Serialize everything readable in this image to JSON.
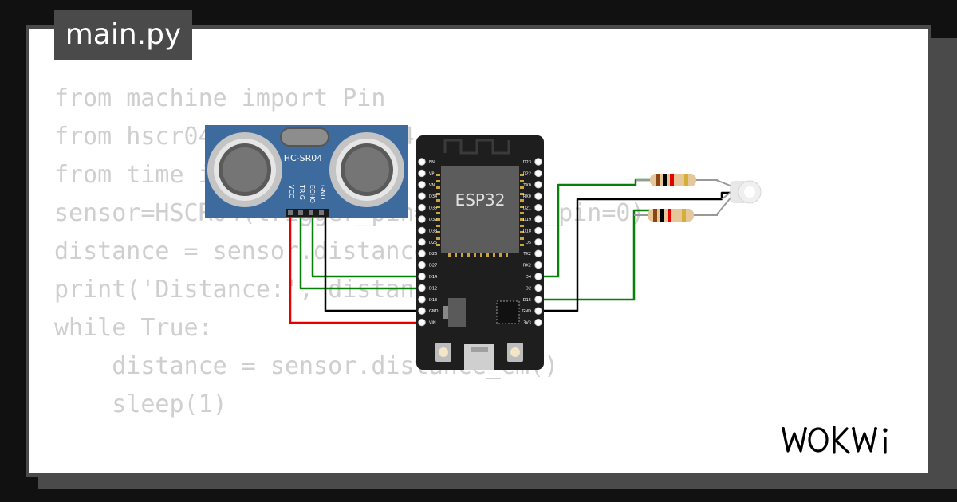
{
  "file_tab": {
    "label": "main.py"
  },
  "code_lines": [
    "from machine import Pin",
    "from hscr04 import HSCR04",
    "from time import sleep",
    "sensor=HSCR04(trigger_pin=32, echo_pin=0)",
    "distance = sensor.distance_cm()",
    "print('Distance:', distance, 'cm')",
    "while True:",
    "    distance = sensor.distance_cm()",
    "    sleep(1)"
  ],
  "sensor": {
    "name": "HC-SR04",
    "pins": [
      "VCC",
      "TRIG",
      "ECHO",
      "GND"
    ]
  },
  "esp32": {
    "chip_label": "ESP32",
    "left_pins": [
      "EN",
      "VP",
      "VN",
      "D34",
      "D35",
      "D32",
      "D33",
      "D25",
      "D26",
      "D27",
      "D14",
      "D12",
      "D13",
      "GND",
      "VIN"
    ],
    "right_pins": [
      "D23",
      "D22",
      "TX0",
      "RX0",
      "D21",
      "D19",
      "D18",
      "D5",
      "TX2",
      "RX2",
      "D4",
      "D2",
      "D15",
      "GND",
      "3V3"
    ]
  },
  "logo": {
    "text": "WOKWi"
  },
  "colors": {
    "background": "#111111",
    "panel": "#ffffff",
    "panel_border": "#4a4a4a",
    "code_text": "#cfcfcf",
    "sensor_board": "#3e6b9e",
    "esp32_board": "#1e1e1e",
    "wire_green": "#078007",
    "wire_black": "#000000",
    "wire_red": "#e60000"
  }
}
